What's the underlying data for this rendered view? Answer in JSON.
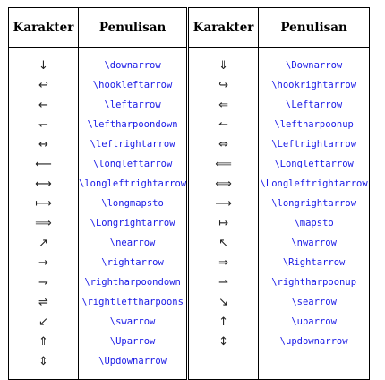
{
  "table": {
    "headers": [
      "Karakter",
      "Penulisan",
      "Karakter",
      "Penulisan"
    ],
    "rows": [
      {
        "sym1": "↓",
        "cmd1": "\\downarrow",
        "sym2": "⇓",
        "cmd2": "\\Downarrow"
      },
      {
        "sym1": "↩",
        "cmd1": "\\hookleftarrow",
        "sym2": "↪",
        "cmd2": "\\hookrightarrow"
      },
      {
        "sym1": "←",
        "cmd1": "\\leftarrow",
        "sym2": "⇐",
        "cmd2": "\\Leftarrow"
      },
      {
        "sym1": "↽",
        "cmd1": "\\leftharpoondown",
        "sym2": "↼",
        "cmd2": "\\leftharpoonup"
      },
      {
        "sym1": "↔",
        "cmd1": "\\leftrightarrow",
        "sym2": "⇔",
        "cmd2": "\\Leftrightarrow"
      },
      {
        "sym1": "⟵",
        "cmd1": "\\longleftarrow",
        "sym2": "⟸",
        "cmd2": "\\Longleftarrow"
      },
      {
        "sym1": "⟷",
        "cmd1": "\\longleftrightarrow",
        "sym2": "⟺",
        "cmd2": "\\Longleftrightarrow"
      },
      {
        "sym1": "⟼",
        "cmd1": "\\longmapsto",
        "sym2": "⟶",
        "cmd2": "\\longrightarrow"
      },
      {
        "sym1": "⟹",
        "cmd1": "\\Longrightarrow",
        "sym2": "↦",
        "cmd2": "\\mapsto"
      },
      {
        "sym1": "↗",
        "cmd1": "\\nearrow",
        "sym2": "↖",
        "cmd2": "\\nwarrow"
      },
      {
        "sym1": "→",
        "cmd1": "\\rightarrow",
        "sym2": "⇒",
        "cmd2": "\\Rightarrow"
      },
      {
        "sym1": "⇁",
        "cmd1": "\\rightharpoondown",
        "sym2": "⇀",
        "cmd2": "\\rightharpoonup"
      },
      {
        "sym1": "⇌",
        "cmd1": "\\rightleftharpoons",
        "sym2": "↘",
        "cmd2": "\\searrow"
      },
      {
        "sym1": "↙",
        "cmd1": "\\swarrow",
        "sym2": "↑",
        "cmd2": "\\uparrow"
      },
      {
        "sym1": "⇑",
        "cmd1": "\\Uparrow",
        "sym2": "↕",
        "cmd2": "\\updownarrow"
      },
      {
        "sym1": "⇕",
        "cmd1": "\\Updownarrow",
        "sym2": "",
        "cmd2": ""
      }
    ]
  }
}
